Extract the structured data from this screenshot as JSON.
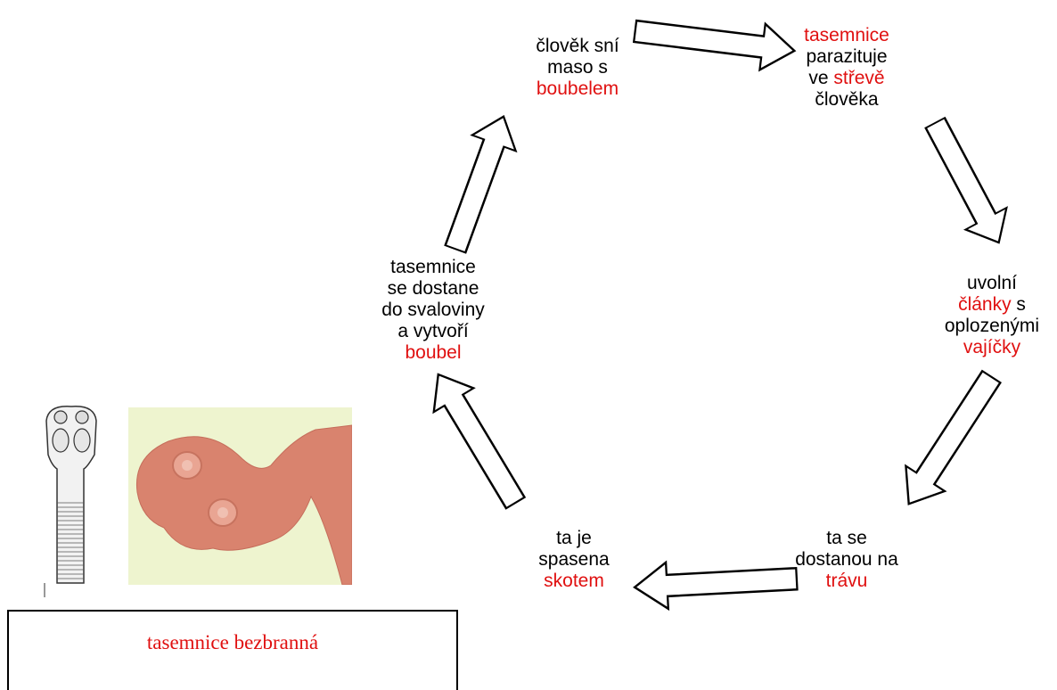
{
  "nodes": {
    "top_left": {
      "lines": [
        [
          {
            "t": "člověk sní"
          }
        ],
        [
          {
            "t": "maso s"
          }
        ],
        [
          {
            "t": "boubelem",
            "red": true
          }
        ]
      ]
    },
    "top_right": {
      "lines": [
        [
          {
            "t": "tasemnice",
            "red": true
          }
        ],
        [
          {
            "t": "parazituje"
          }
        ],
        [
          {
            "t": "ve "
          },
          {
            "t": "střevě",
            "red": true
          }
        ],
        [
          {
            "t": "člověka"
          }
        ]
      ]
    },
    "right": {
      "lines": [
        [
          {
            "t": "uvolní"
          }
        ],
        [
          {
            "t": "články",
            "red": true
          },
          {
            "t": " s"
          }
        ],
        [
          {
            "t": "oplozenými"
          }
        ],
        [
          {
            "t": "vajíčky",
            "red": true
          }
        ]
      ]
    },
    "bottom_right": {
      "lines": [
        [
          {
            "t": "ta se"
          }
        ],
        [
          {
            "t": "dostanou na"
          }
        ],
        [
          {
            "t": "trávu",
            "red": true
          }
        ]
      ]
    },
    "bottom_left": {
      "lines": [
        [
          {
            "t": "ta je"
          }
        ],
        [
          {
            "t": "spasena"
          }
        ],
        [
          {
            "t": "skotem",
            "red": true
          }
        ]
      ]
    },
    "left": {
      "lines": [
        [
          {
            "t": "tasemnice"
          }
        ],
        [
          {
            "t": "se dostane"
          }
        ],
        [
          {
            "t": "do svaloviny"
          }
        ],
        [
          {
            "t": "a vytvoří"
          }
        ],
        [
          {
            "t": "boubel",
            "red": true
          }
        ]
      ]
    }
  },
  "caption": "tasemnice bezbranná",
  "colors": {
    "highlight": "#e01010",
    "text": "#000000",
    "photo_background": "#eef4cf",
    "photo_tissue": "#d9836e"
  },
  "images": {
    "sketch": "tapeworm-scolex-drawing",
    "photo": "tapeworm-scolex-photo"
  }
}
